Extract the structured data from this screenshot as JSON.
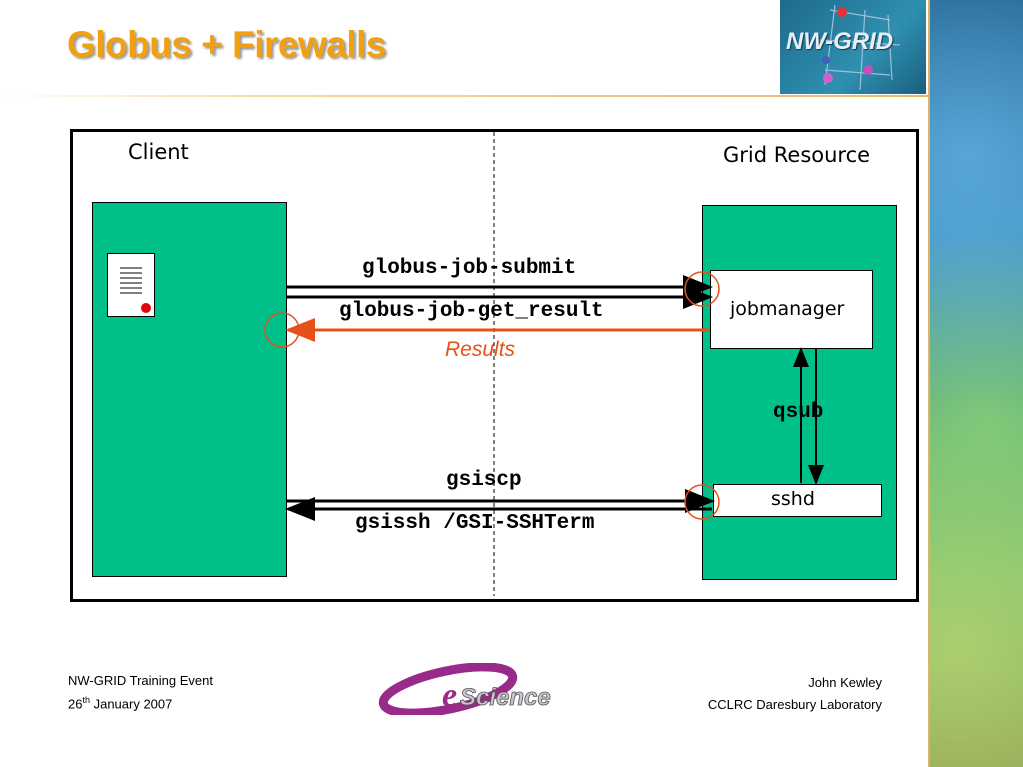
{
  "slide": {
    "title": "Globus + Firewalls"
  },
  "logo": {
    "text": "NW-GRID"
  },
  "diagram": {
    "client_label": "Client",
    "resource_label": "Grid Resource",
    "jobmanager_label": "jobmanager",
    "sshd_label": "sshd",
    "submit_label": "globus-job-submit",
    "get_result_label": "globus-job-get_result",
    "results_label": "Results",
    "qsub_label": "qsub",
    "gsiscp_label": "gsiscp",
    "gsissh_label": "gsissh /GSI-SSHTerm",
    "results_color": "#e8501a",
    "box_color": "#00c08a"
  },
  "footer": {
    "event": "NW-GRID Training Event",
    "date_day": "26",
    "date_suffix": "th",
    "date_rest": " January 2007",
    "author": "John Kewley",
    "org": "CCLRC Daresbury Laboratory",
    "escience_logo": "eScience"
  }
}
